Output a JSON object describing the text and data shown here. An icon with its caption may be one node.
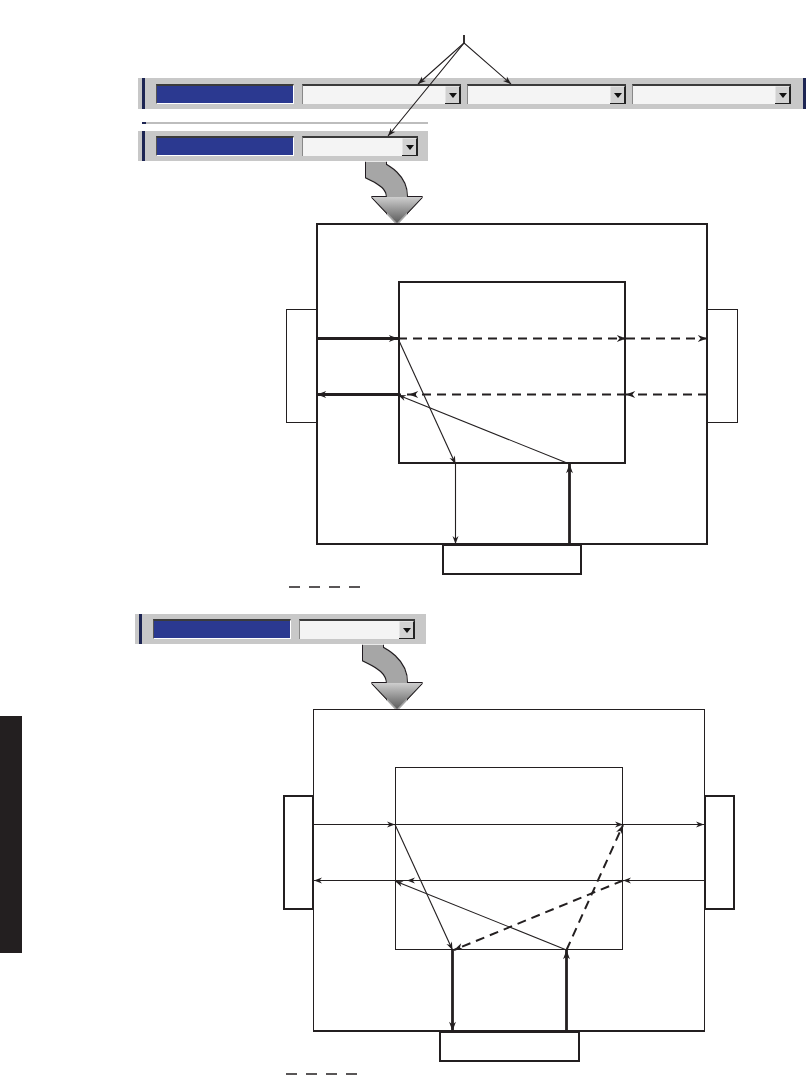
{
  "diagram": {
    "nodes": [
      {
        "text": [],
        "shape": "bar"
      },
      {
        "text": [],
        "in": 0,
        "shape": "box"
      },
      {
        "text": [],
        "in": 0,
        "shape": "box"
      },
      {
        "text": [],
        "in": 0,
        "shape": "box"
      },
      {
        "text": [],
        "in": 0,
        "shape": "box"
      },
      {
        "text": [],
        "shape": "bar"
      },
      {
        "text": [],
        "in": 5,
        "shape": "box"
      },
      {
        "text": [],
        "in": 5,
        "shape": "box"
      },
      {
        "text": [],
        "shape": "box"
      },
      {
        "text": [],
        "in": 8,
        "shape": "box"
      },
      {
        "text": [],
        "shape": "box"
      },
      {
        "text": [],
        "shape": "box"
      },
      {
        "text": [],
        "shape": "box"
      },
      {
        "text": [],
        "shape": "bar"
      },
      {
        "text": [],
        "in": 13,
        "shape": "box"
      },
      {
        "text": [],
        "in": 13,
        "shape": "box"
      },
      {
        "text": [],
        "shape": "box"
      },
      {
        "text": [],
        "in": 16,
        "shape": "box"
      },
      {
        "text": [],
        "shape": "box"
      },
      {
        "text": [],
        "shape": "box"
      },
      {
        "text": [],
        "shape": "box"
      },
      {
        "text": [],
        "shape": "box"
      }
    ],
    "edges": [
      {
        "from": null,
        "to": 2,
        "arrow": "to"
      },
      {
        "from": null,
        "to": 3,
        "arrow": "to"
      },
      {
        "from": null,
        "to": 7,
        "arrow": "to"
      },
      {
        "from": 5,
        "to": 8,
        "arrow": "to",
        "style": "thick",
        "color": "#a6a6a6"
      },
      {
        "from": 10,
        "to": 9,
        "arrow": "to",
        "style": "thick"
      },
      {
        "from": 9,
        "to": 9,
        "arrow": "to",
        "style": "dashed"
      },
      {
        "from": 9,
        "to": 11,
        "arrow": "to",
        "style": "dashed"
      },
      {
        "from": 11,
        "to": 9,
        "arrow": "to",
        "style": "dashed"
      },
      {
        "from": 9,
        "to": 9,
        "arrow": "to",
        "style": "dashed"
      },
      {
        "from": 9,
        "to": 10,
        "arrow": "to",
        "style": "thick"
      },
      {
        "from": 9,
        "to": 9,
        "arrow": "to"
      },
      {
        "from": 9,
        "to": 12,
        "arrow": "to"
      },
      {
        "from": 12,
        "to": 9,
        "arrow": "to",
        "style": "thick"
      },
      {
        "from": 9,
        "to": 9,
        "arrow": "to"
      },
      {
        "from": 13,
        "to": 16,
        "arrow": "to",
        "style": "thick",
        "color": "#a6a6a6"
      },
      {
        "from": 18,
        "to": 17,
        "arrow": "to"
      },
      {
        "from": 17,
        "to": 17,
        "arrow": "to"
      },
      {
        "from": 17,
        "to": 19,
        "arrow": "to"
      },
      {
        "from": 19,
        "to": 17,
        "arrow": "to"
      },
      {
        "from": 17,
        "to": 17,
        "arrow": "to"
      },
      {
        "from": 17,
        "to": 18,
        "arrow": "to"
      },
      {
        "from": 17,
        "to": 17,
        "arrow": "to"
      },
      {
        "from": 17,
        "to": 20,
        "arrow": "to",
        "style": "thick"
      },
      {
        "from": 20,
        "to": 17,
        "arrow": "to",
        "style": "thick"
      },
      {
        "from": 17,
        "to": 17,
        "arrow": "to"
      },
      {
        "from": 17,
        "to": 17,
        "arrow": "to",
        "style": "dashed"
      },
      {
        "from": 17,
        "to": 17,
        "arrow": "to",
        "style": "dashed"
      }
    ]
  }
}
